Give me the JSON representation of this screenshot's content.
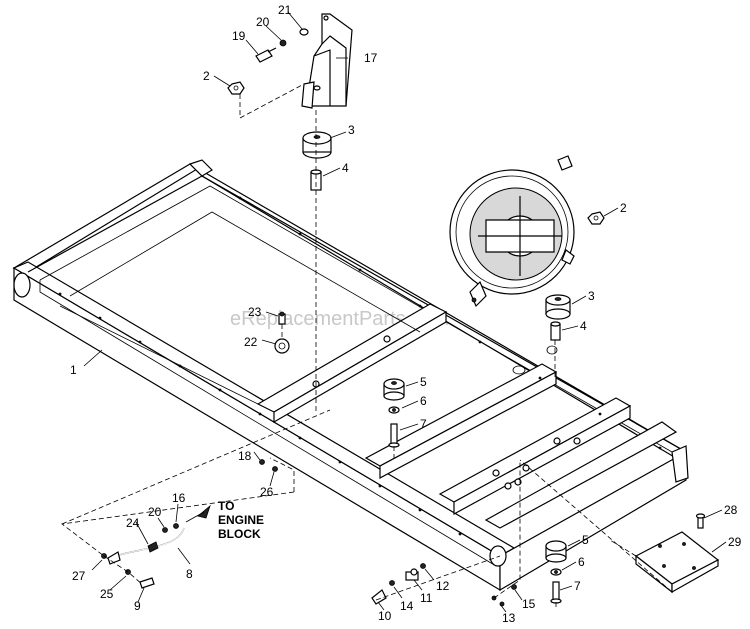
{
  "watermark": "eReplacementParts.com",
  "note": {
    "line1": "TO",
    "line2": "ENGINE",
    "line3": "BLOCK"
  },
  "callouts": {
    "c1": "1",
    "c2a": "2",
    "c2b": "2",
    "c3a": "3",
    "c3b": "3",
    "c4a": "4",
    "c4b": "4",
    "c5a": "5",
    "c5b": "5",
    "c6a": "6",
    "c6b": "6",
    "c7a": "7",
    "c7b": "7",
    "c8": "8",
    "c9": "9",
    "c10": "10",
    "c11": "11",
    "c12": "12",
    "c13": "13",
    "c14": "14",
    "c15": "15",
    "c16": "16",
    "c17": "17",
    "c18": "18",
    "c19": "19",
    "c20a": "20",
    "c20b": "20",
    "c21": "21",
    "c22": "22",
    "c23": "23",
    "c24": "24",
    "c25": "25",
    "c26": "26",
    "c27": "27",
    "c28": "28",
    "c29": "29"
  }
}
